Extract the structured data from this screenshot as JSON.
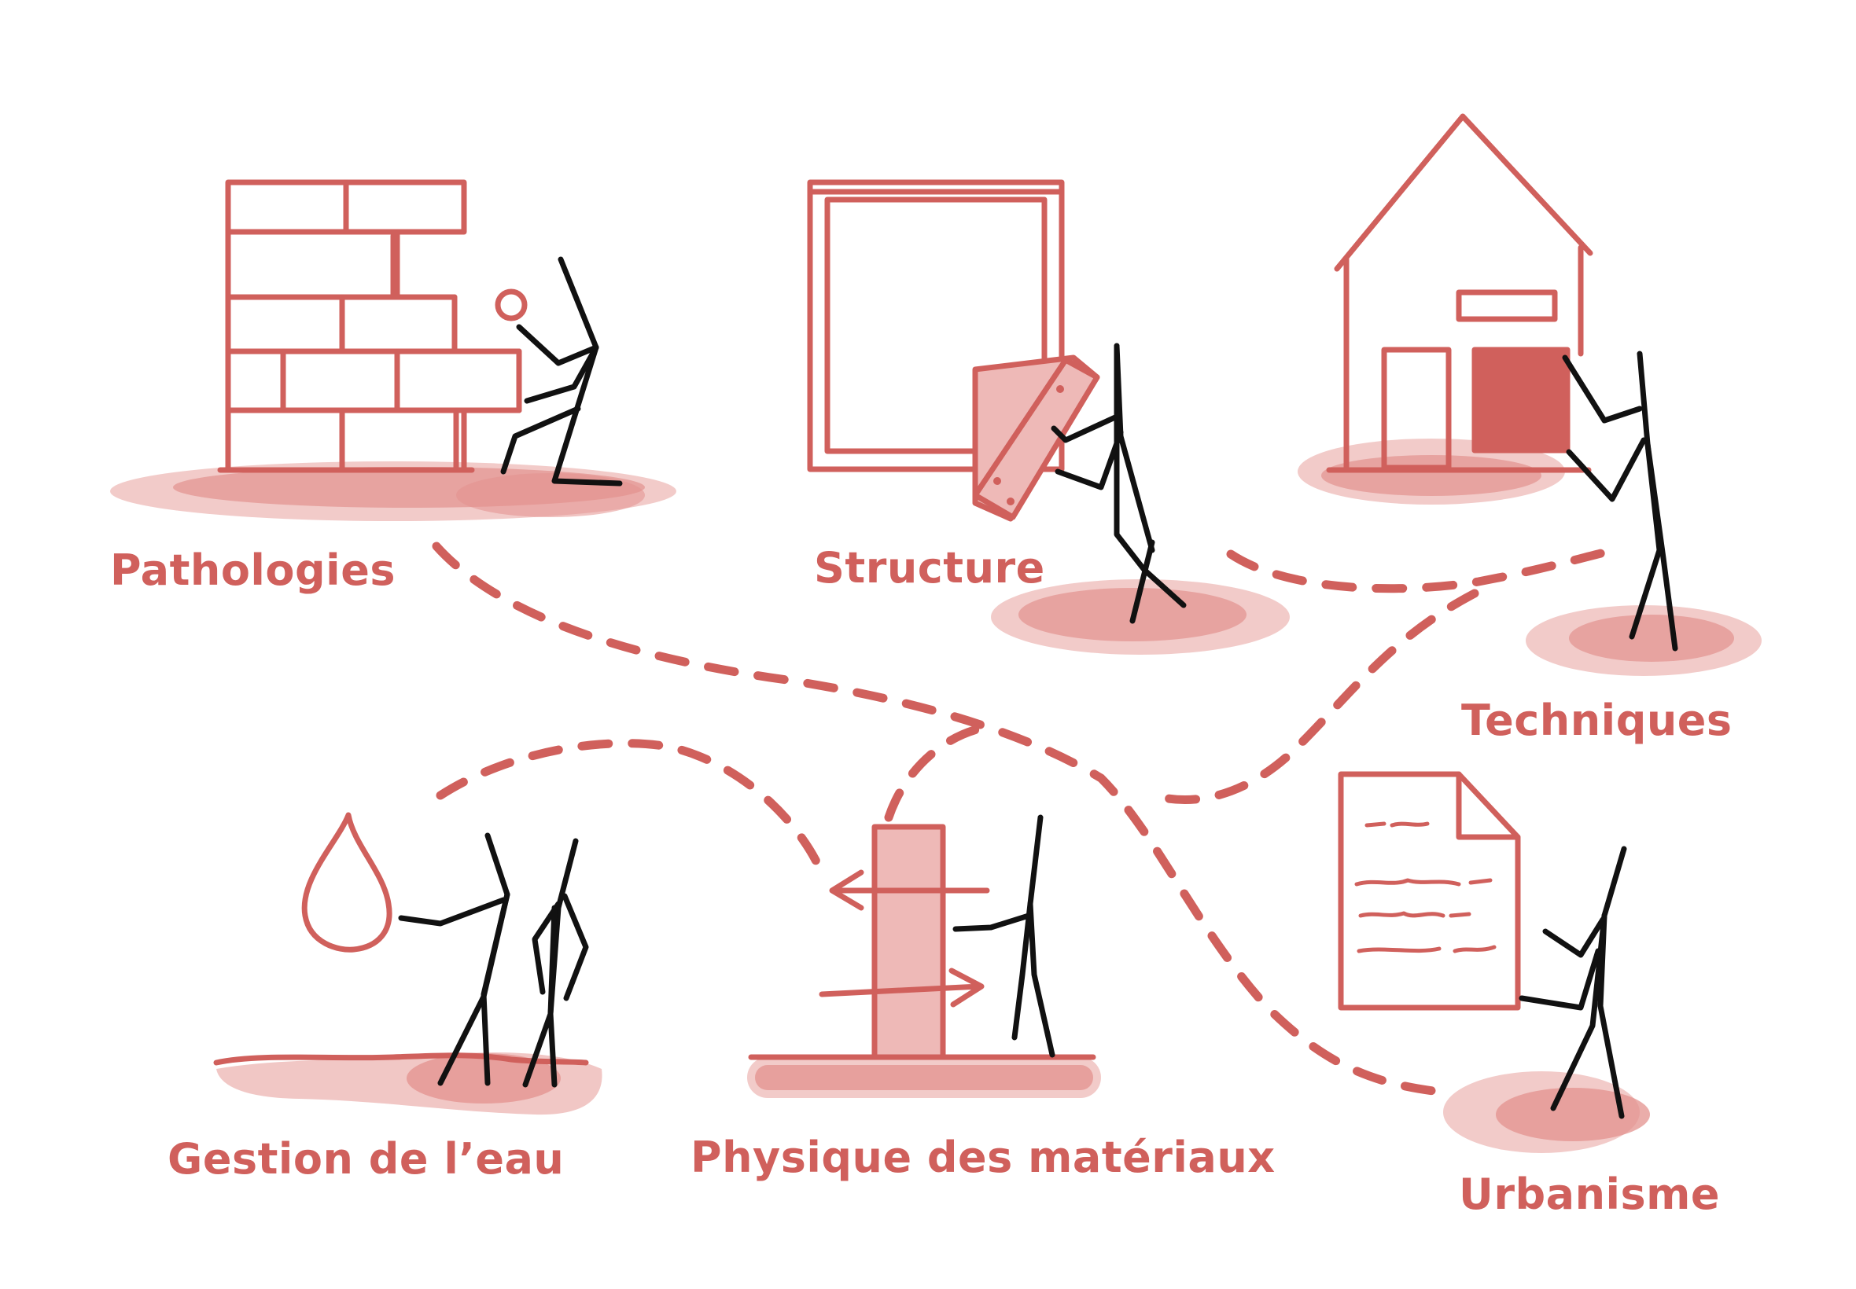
{
  "colors": {
    "accent": "#d0605c",
    "accent_light": "#eeb9b7",
    "accent_mid": "#e3918e",
    "ink": "#111111",
    "background": "#ffffff"
  },
  "labels": {
    "pathologies": "Pathologies",
    "structure": "Structure",
    "techniques": "Techniques",
    "gestion_eau": "Gestion de l’eau",
    "physique": "Physique des matériaux",
    "urbanisme": "Urbanisme"
  },
  "icons": {
    "pathologies": "brick-wall-icon",
    "structure": "frame-icon",
    "techniques": "house-icon",
    "gestion_eau": "water-drop-icon",
    "physique": "material-layer-icon",
    "urbanisme": "document-icon"
  }
}
